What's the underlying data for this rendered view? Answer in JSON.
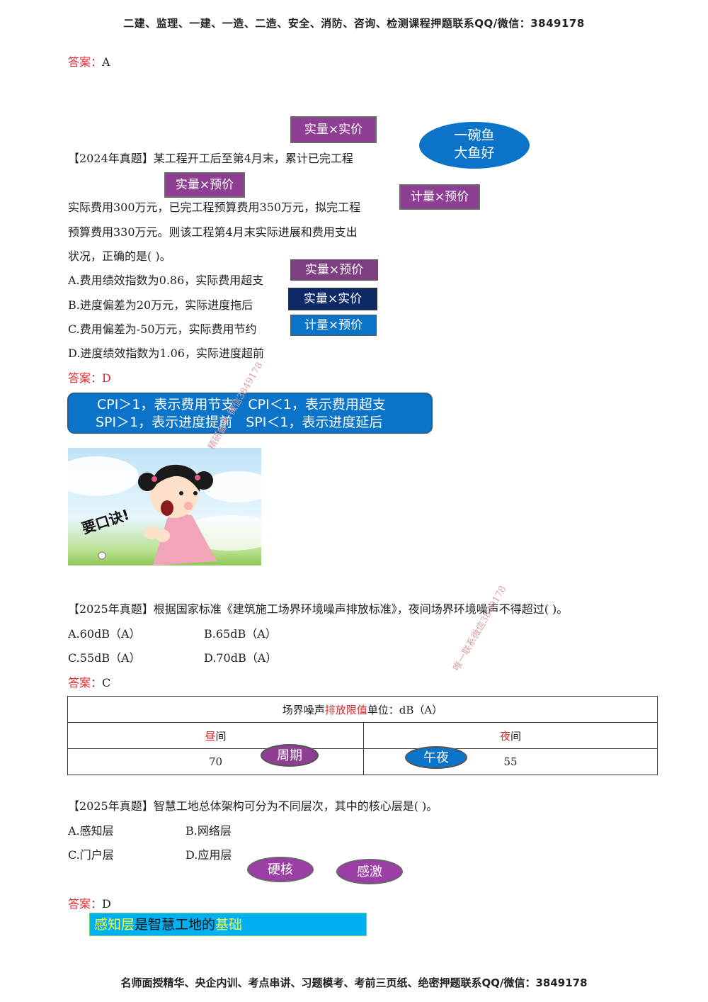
{
  "header": "二建、监理、一建、一造、二造、安全、消防、咨询、检测课程押题联系QQ/微信：3849178",
  "footer": "名师面授精华、央企内训、考点串讲、习题模考、考前三页纸、绝密押题联系QQ/微信：3849178",
  "answer_label": "答案：",
  "answer1_value": "A",
  "q1": {
    "line1": "【2024年真题】某工程开工后至第4月末，累计已完工程",
    "line2": "实际费用300万元，已完工程预算费用350万元，拟完工程",
    "line3": "预算费用330万元。则该工程第4月末实际进展和费用支出",
    "line4": "状况，正确的是( )。",
    "options": [
      "A.费用绩效指数为0.86，实际费用超支",
      "B.进度偏差为20万元，实际进度拖后",
      "C.费用偏差为-50万元，实际费用节约",
      "D.进度绩效指数为1.06，实际进度超前"
    ],
    "answer": "D",
    "tag_top": "实量×实价",
    "tag_mid": "实量×预价",
    "tag_right": "计量×预价",
    "opt_tags": [
      "实量×预价",
      "实量×实价",
      "计量×预价"
    ],
    "cloud": [
      "一碗鱼",
      "大鱼好"
    ],
    "banner_line1": "CPI＞1，表示费用节支　CPI＜1，表示费用超支",
    "banner_line2": "SPI＞1，表示进度提前　SPI＜1，表示进度延后",
    "cartoon_text": "要口诀!"
  },
  "q2": {
    "stem": "【2025年真题】根据国家标准《建筑施工场界环境噪声排放标准》，夜间场界环境噪声不得超过( )。",
    "options": [
      "A.60dB（A）",
      "B.65dB（A）",
      "C.55dB（A）",
      "D.70dB（A）"
    ],
    "answer": "C",
    "table": {
      "title_a": "场界噪声",
      "title_b": "排放限值",
      "title_c": "单位：dB（A）",
      "day_a": "昼",
      "day_b": "间",
      "night_a": "夜",
      "night_b": "间",
      "day_value": "70",
      "night_value": "55",
      "oval_day": "周期",
      "oval_night": "午夜"
    }
  },
  "q3": {
    "stem": "【2025年真题】智慧工地总体架构可分为不同层次，其中的核心层是( )。",
    "options": [
      "A.感知层",
      "B.网络层",
      "C.门户层",
      "D.应用层"
    ],
    "answer": "D",
    "oval1": "硬核",
    "oval2": "感激",
    "note_a": "感知层",
    "note_b": "是智慧工地的",
    "note_c": "基础"
  },
  "watermarks": [
    "精研备考 微信3849178",
    "唯一联系微信3849178"
  ],
  "colors": {
    "accent_red": "#e0262d",
    "purple": "#8e3e93",
    "blue": "#0b74c8",
    "navy": "#0d2a66",
    "cyan": "#00b0f0"
  }
}
